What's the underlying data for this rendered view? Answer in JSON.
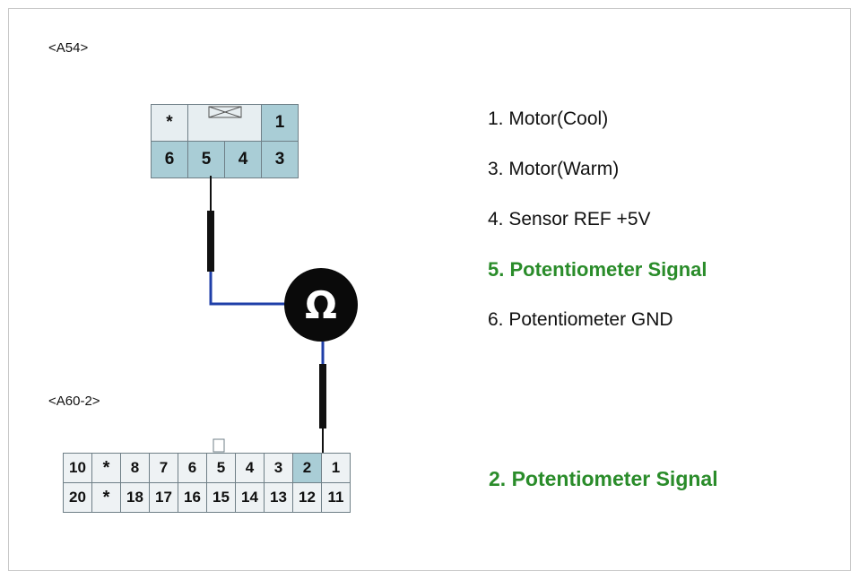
{
  "connector_a54": {
    "label": "<A54>",
    "row1": [
      "*",
      "",
      "1"
    ],
    "row2": [
      "6",
      "5",
      "4",
      "3"
    ]
  },
  "connector_a60": {
    "label": "<A60-2>",
    "row1": [
      "10",
      "*",
      "8",
      "7",
      "6",
      "5",
      "4",
      "3",
      "2",
      "1"
    ],
    "row2": [
      "20",
      "*",
      "18",
      "17",
      "16",
      "15",
      "14",
      "13",
      "12",
      "11"
    ]
  },
  "meter": {
    "symbol": "Ω",
    "icon": "ohmmeter-icon"
  },
  "a54_pins": [
    "1. Motor(Cool)",
    "3. Motor(Warm)",
    "4. Sensor REF +5V",
    "5. Potentiometer Signal",
    "6. Potentiometer GND"
  ],
  "a60_pin": "2. Potentiometer Signal",
  "colors": {
    "highlight_text": "#2a8c2a",
    "wire": "#1f3fa8",
    "pin_highlight": "#a9cdd6"
  }
}
